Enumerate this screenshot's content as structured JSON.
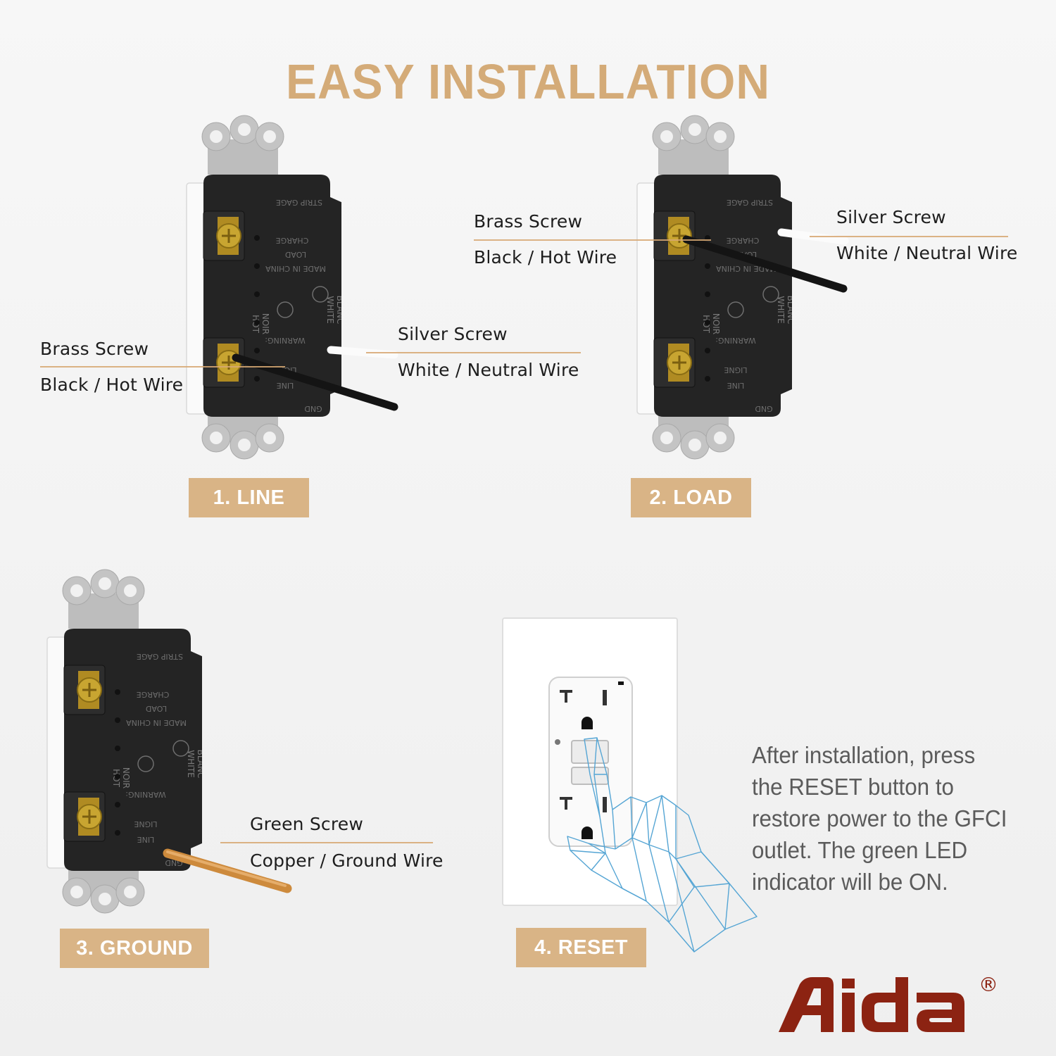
{
  "title": "EASY INSTALLATION",
  "colors": {
    "accent": "#d9b486",
    "title_text": "#d4ab78",
    "brand": "#8c2312",
    "outlet_body": "#242424",
    "hot_wire": "#1a1a1a",
    "ground_wire": "#cd8a3c",
    "brass_screw": "#c8a531",
    "hand_wireframe": "#55a5d4"
  },
  "panels": [
    {
      "step_label": "1. LINE",
      "callouts": [
        {
          "screw": "Brass Screw",
          "wire": "Black / Hot Wire"
        },
        {
          "screw": "Silver Screw",
          "wire": "White / Neutral Wire"
        }
      ]
    },
    {
      "step_label": "2. LOAD",
      "callouts": [
        {
          "screw": "Brass Screw",
          "wire": "Black / Hot Wire"
        },
        {
          "screw": "Silver Screw",
          "wire": "White / Neutral Wire"
        }
      ]
    },
    {
      "step_label": "3. GROUND",
      "callouts": [
        {
          "screw": "Green Screw",
          "wire": "Copper / Ground Wire"
        }
      ]
    },
    {
      "step_label": "4. RESET"
    }
  ],
  "reset_description": [
    "After installation, press",
    "the RESET button to",
    "restore power to the GFCI",
    "outlet. The green LED",
    "indicator will be ON."
  ],
  "outlet_back_text": {
    "strip_gage": "STRIP GAGE",
    "load": "LOAD",
    "charge": "CHARGE",
    "line": "LINE",
    "ligne": "LIGNE",
    "made_in": "MADE IN CHINA",
    "warning": "WARNING:",
    "white": "WHITE",
    "blanc": "BLANC",
    "hot": "HOT",
    "noir": "NOIR",
    "gnd": "GND"
  },
  "brand": {
    "name": "Aida",
    "mark": "®"
  },
  "icons": [
    "mounting-strap-icon",
    "brass-screw-icon",
    "wireframe-hand-icon",
    "registered-mark-icon"
  ]
}
